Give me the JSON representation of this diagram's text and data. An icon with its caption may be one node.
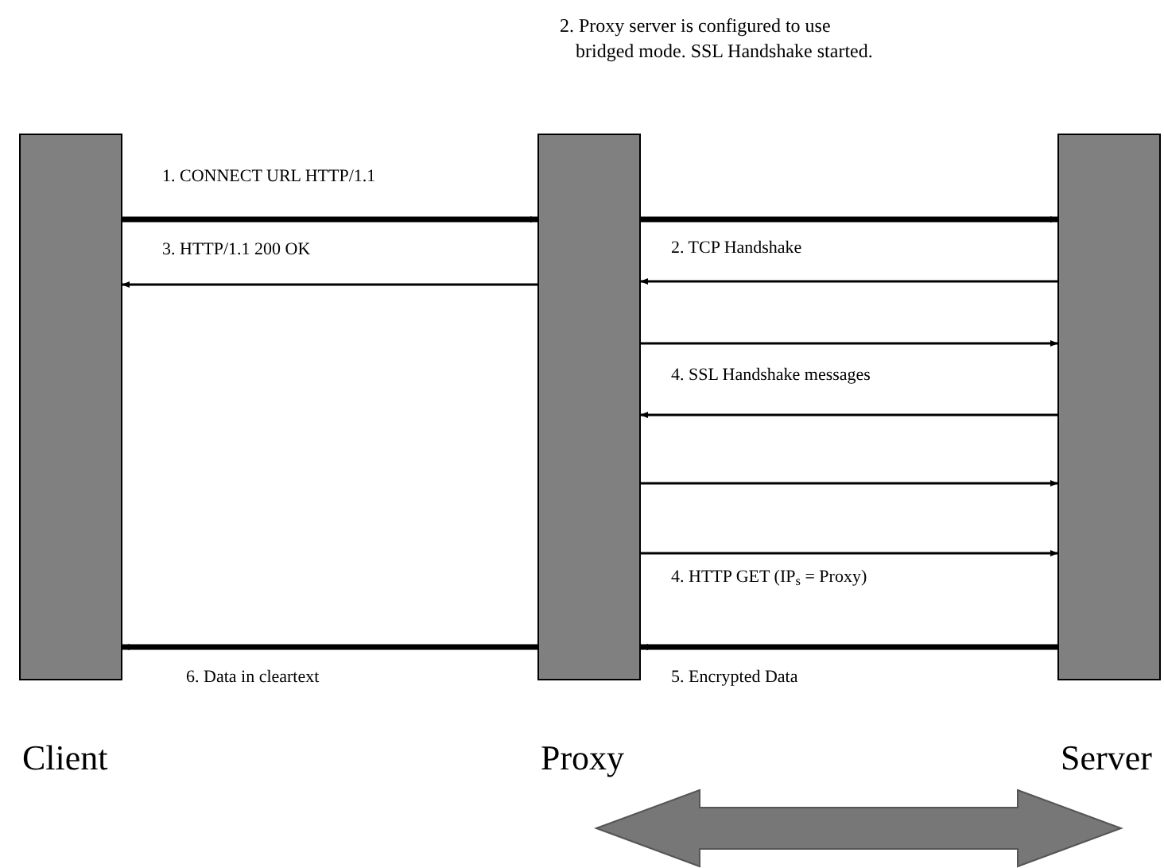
{
  "diagram": {
    "nodes": [
      {
        "text": [
          "Client"
        ]
      },
      {
        "text": [
          "Proxy"
        ]
      },
      {
        "text": [
          "Server"
        ]
      }
    ],
    "edges": [
      {
        "from": 0,
        "to": 1,
        "arrow": "to",
        "label": "1. CONNECT URL HTTP/1.1",
        "style": "thick"
      },
      {
        "from": 1,
        "to": 2,
        "arrow": "to",
        "style": "thick"
      },
      {
        "from": 2,
        "to": 1,
        "arrow": "to",
        "label": "2. TCP Handshake"
      },
      {
        "from": 1,
        "to": 0,
        "arrow": "to",
        "label": "3. HTTP/1.1 200 OK"
      },
      {
        "from": 1,
        "to": 2,
        "arrow": "to"
      },
      {
        "from": 2,
        "to": 1,
        "arrow": "to",
        "label": "4. SSL Handshake messages"
      },
      {
        "from": 1,
        "to": 2,
        "arrow": "to"
      },
      {
        "from": 1,
        "to": 2,
        "arrow": "to",
        "label": "4. HTTP GET (IP$_{s}$ = Proxy)"
      },
      {
        "from": 2,
        "to": 1,
        "arrow": "to",
        "label": "5. Encrypted Data",
        "style": "thick"
      },
      {
        "from": 1,
        "to": 0,
        "arrow": "to",
        "label": "6. Data in cleartext",
        "style": "thick"
      }
    ],
    "labels": [
      "2. Proxy server is configured to use bridged mode. SSL Handshake started."
    ]
  }
}
